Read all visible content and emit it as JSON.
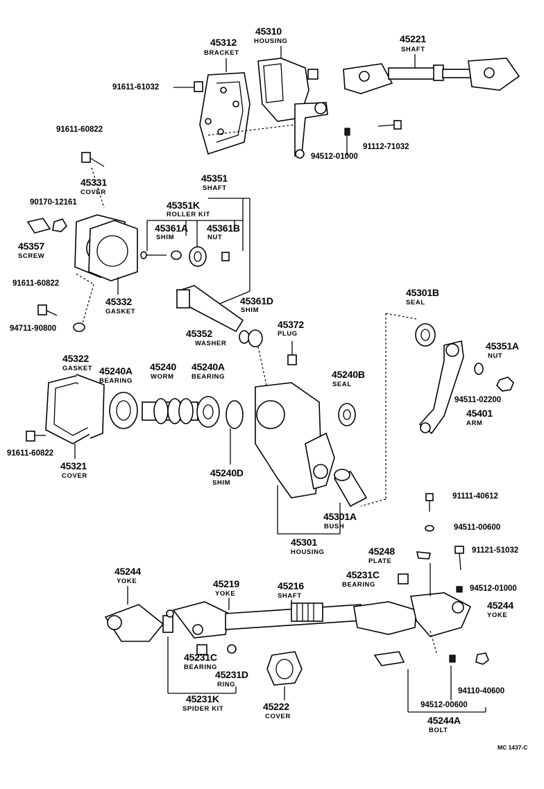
{
  "labels": {
    "p45312": {
      "num": "45312",
      "name": "BRACKET"
    },
    "p45310": {
      "num": "45310",
      "name": "HOUSING"
    },
    "p45221": {
      "num": "45221",
      "name": "SHAFT"
    },
    "p45331": {
      "num": "45331",
      "name": "COVER"
    },
    "p45357": {
      "num": "45357",
      "name": "SCREW"
    },
    "p45332": {
      "num": "45332",
      "name": "GASKET"
    },
    "p45351": {
      "num": "45351",
      "name": "SHAFT"
    },
    "p45351K": {
      "num": "45351K",
      "name": "ROLLER KIT"
    },
    "p45361A": {
      "num": "45361A",
      "name": "SHIM"
    },
    "p45361B": {
      "num": "45361B",
      "name": "NUT"
    },
    "p45361D": {
      "num": "45361D",
      "name": "SHIM"
    },
    "p45352": {
      "num": "45352",
      "name": "WASHER"
    },
    "p45372": {
      "num": "45372",
      "name": "PLUG"
    },
    "p45301B": {
      "num": "45301B",
      "name": "SEAL"
    },
    "p45351A": {
      "num": "45351A",
      "name": "NUT"
    },
    "p45401": {
      "num": "45401",
      "name": "ARM"
    },
    "p45322": {
      "num": "45322",
      "name": "GASKET"
    },
    "p45240A_1": {
      "num": "45240A",
      "name": "BEARING"
    },
    "p45240": {
      "num": "45240",
      "name": "WORM"
    },
    "p45240A_2": {
      "num": "45240A",
      "name": "BEARING"
    },
    "p45240B": {
      "num": "45240B",
      "name": "SEAL"
    },
    "p45321": {
      "num": "45321",
      "name": "COVER"
    },
    "p45240D": {
      "num": "45240D",
      "name": "SHIM"
    },
    "p45301A": {
      "num": "45301A",
      "name": "BUSH"
    },
    "p45301": {
      "num": "45301",
      "name": "HOUSING"
    },
    "p45248": {
      "num": "45248",
      "name": "PLATE"
    },
    "p45231C_1": {
      "num": "45231C",
      "name": "BEARING"
    },
    "p45244_1": {
      "num": "45244",
      "name": "YOKE"
    },
    "p45219": {
      "num": "45219",
      "name": "YOKE"
    },
    "p45216": {
      "num": "45216",
      "name": "SHAFT"
    },
    "p45244_2": {
      "num": "45244",
      "name": "YOKE"
    },
    "p45231C_2": {
      "num": "45231C",
      "name": "BEARING"
    },
    "p45231D": {
      "num": "45231D",
      "name": "RING"
    },
    "p45231K": {
      "num": "45231K",
      "name": "SPIDER KIT"
    },
    "p45222": {
      "num": "45222",
      "name": "COVER"
    },
    "p45244A": {
      "num": "45244A",
      "name": "BOLT"
    }
  },
  "partnos": {
    "a": "91611-61032",
    "b": "91611-60822",
    "c": "94512-01000",
    "d": "91112-71032",
    "e": "90170-12161",
    "f": "91611-60822",
    "g": "94711-90800",
    "h": "94511-02200",
    "i": "91611-60822",
    "j": "91111-40612",
    "k": "94511-00600",
    "l": "91121-51032",
    "m": "94512-01000",
    "n": "94110-40600",
    "o": "94512-00600"
  },
  "footer": {
    "code": "MC 1437-C"
  }
}
